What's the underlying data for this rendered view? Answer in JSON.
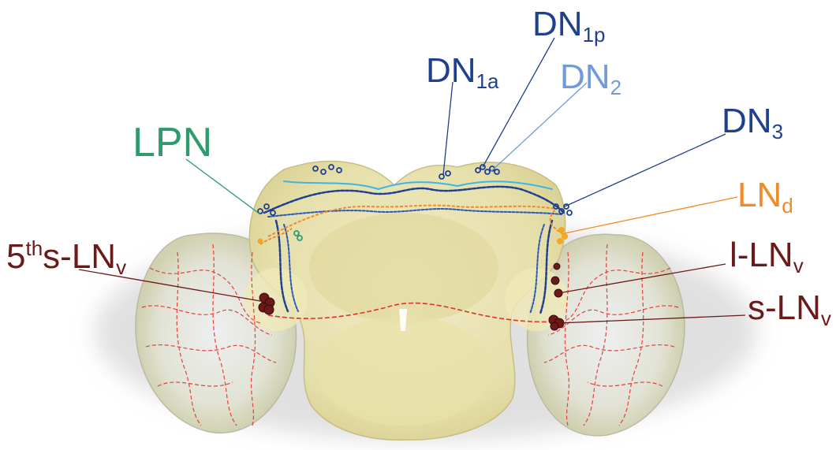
{
  "colors": {
    "dn_dark": "#1f3f8f",
    "dn2_light": "#6f9bd8",
    "lpn": "#2e9a6e",
    "lnd": "#f08b2a",
    "lnv": "#6b1a1a",
    "axon_red": "#e0322a",
    "brain_fill": "#e8e2b0",
    "cyan": "#3fb6df"
  },
  "labels": {
    "dn1a": {
      "main": "DN",
      "sub": "1a"
    },
    "dn1p": {
      "main": "DN",
      "sub": "1p"
    },
    "dn2": {
      "main": "DN",
      "sub": "2"
    },
    "dn3": {
      "main": "DN",
      "sub": "3"
    },
    "lpn": {
      "main": "LPN"
    },
    "lnd": {
      "main": "LN",
      "sub": "d"
    },
    "fifth_slnv": {
      "pre": "5",
      "sup": "th",
      "main": "s-LN",
      "sub": "v"
    },
    "llnv": {
      "main": "l-LN",
      "sub": "v"
    },
    "slnv": {
      "main": "s-LN",
      "sub": "v"
    }
  }
}
